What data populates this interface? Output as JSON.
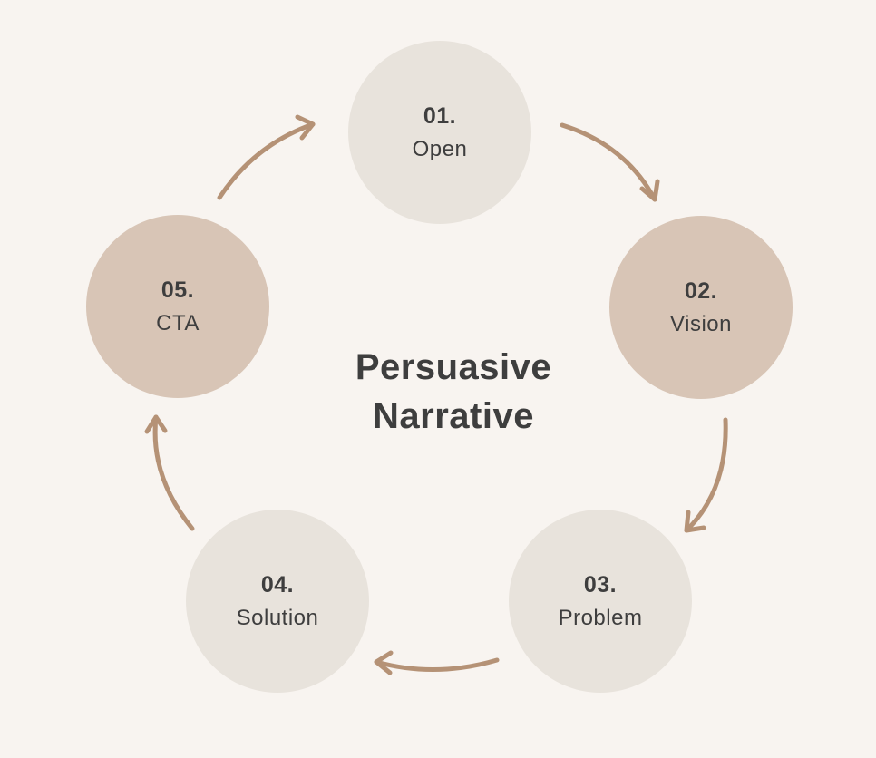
{
  "title_line1": "Persuasive",
  "title_line2": "Narrative",
  "steps": [
    {
      "num": "01.",
      "label": "Open"
    },
    {
      "num": "02.",
      "label": "Vision"
    },
    {
      "num": "03.",
      "label": "Problem"
    },
    {
      "num": "04.",
      "label": "Solution"
    },
    {
      "num": "05.",
      "label": "CTA"
    }
  ],
  "colors": {
    "background": "#f8f4f0",
    "light_circle": "#e8e3dc",
    "dark_circle": "#d8c5b6",
    "arrow": "#b59276",
    "text": "#3e3e3e"
  }
}
